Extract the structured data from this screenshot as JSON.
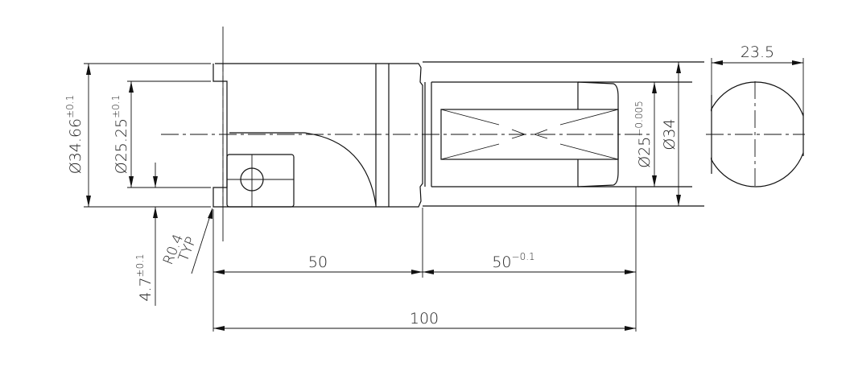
{
  "drawing": {
    "dimensions": {
      "outer_diameter": {
        "value": "Ø34.66",
        "tolerance": "±0.1"
      },
      "bore_diameter": {
        "value": "Ø25.25",
        "tolerance": "±0.1"
      },
      "step_height": {
        "value": "4.7",
        "tolerance": "±0.1"
      },
      "radius_note": {
        "line1": "R0.4",
        "line2": "TYP"
      },
      "length_front": {
        "value": "50"
      },
      "length_shank": {
        "value": "50",
        "tolerance": "−0.1"
      },
      "length_total": {
        "value": "100"
      },
      "shank_bore": {
        "value": "Ø25",
        "tolerance": "−0.005"
      },
      "shank_outer": {
        "value": "Ø34"
      },
      "flat_width": {
        "value": "23.5"
      }
    },
    "line_color": "#111111"
  }
}
